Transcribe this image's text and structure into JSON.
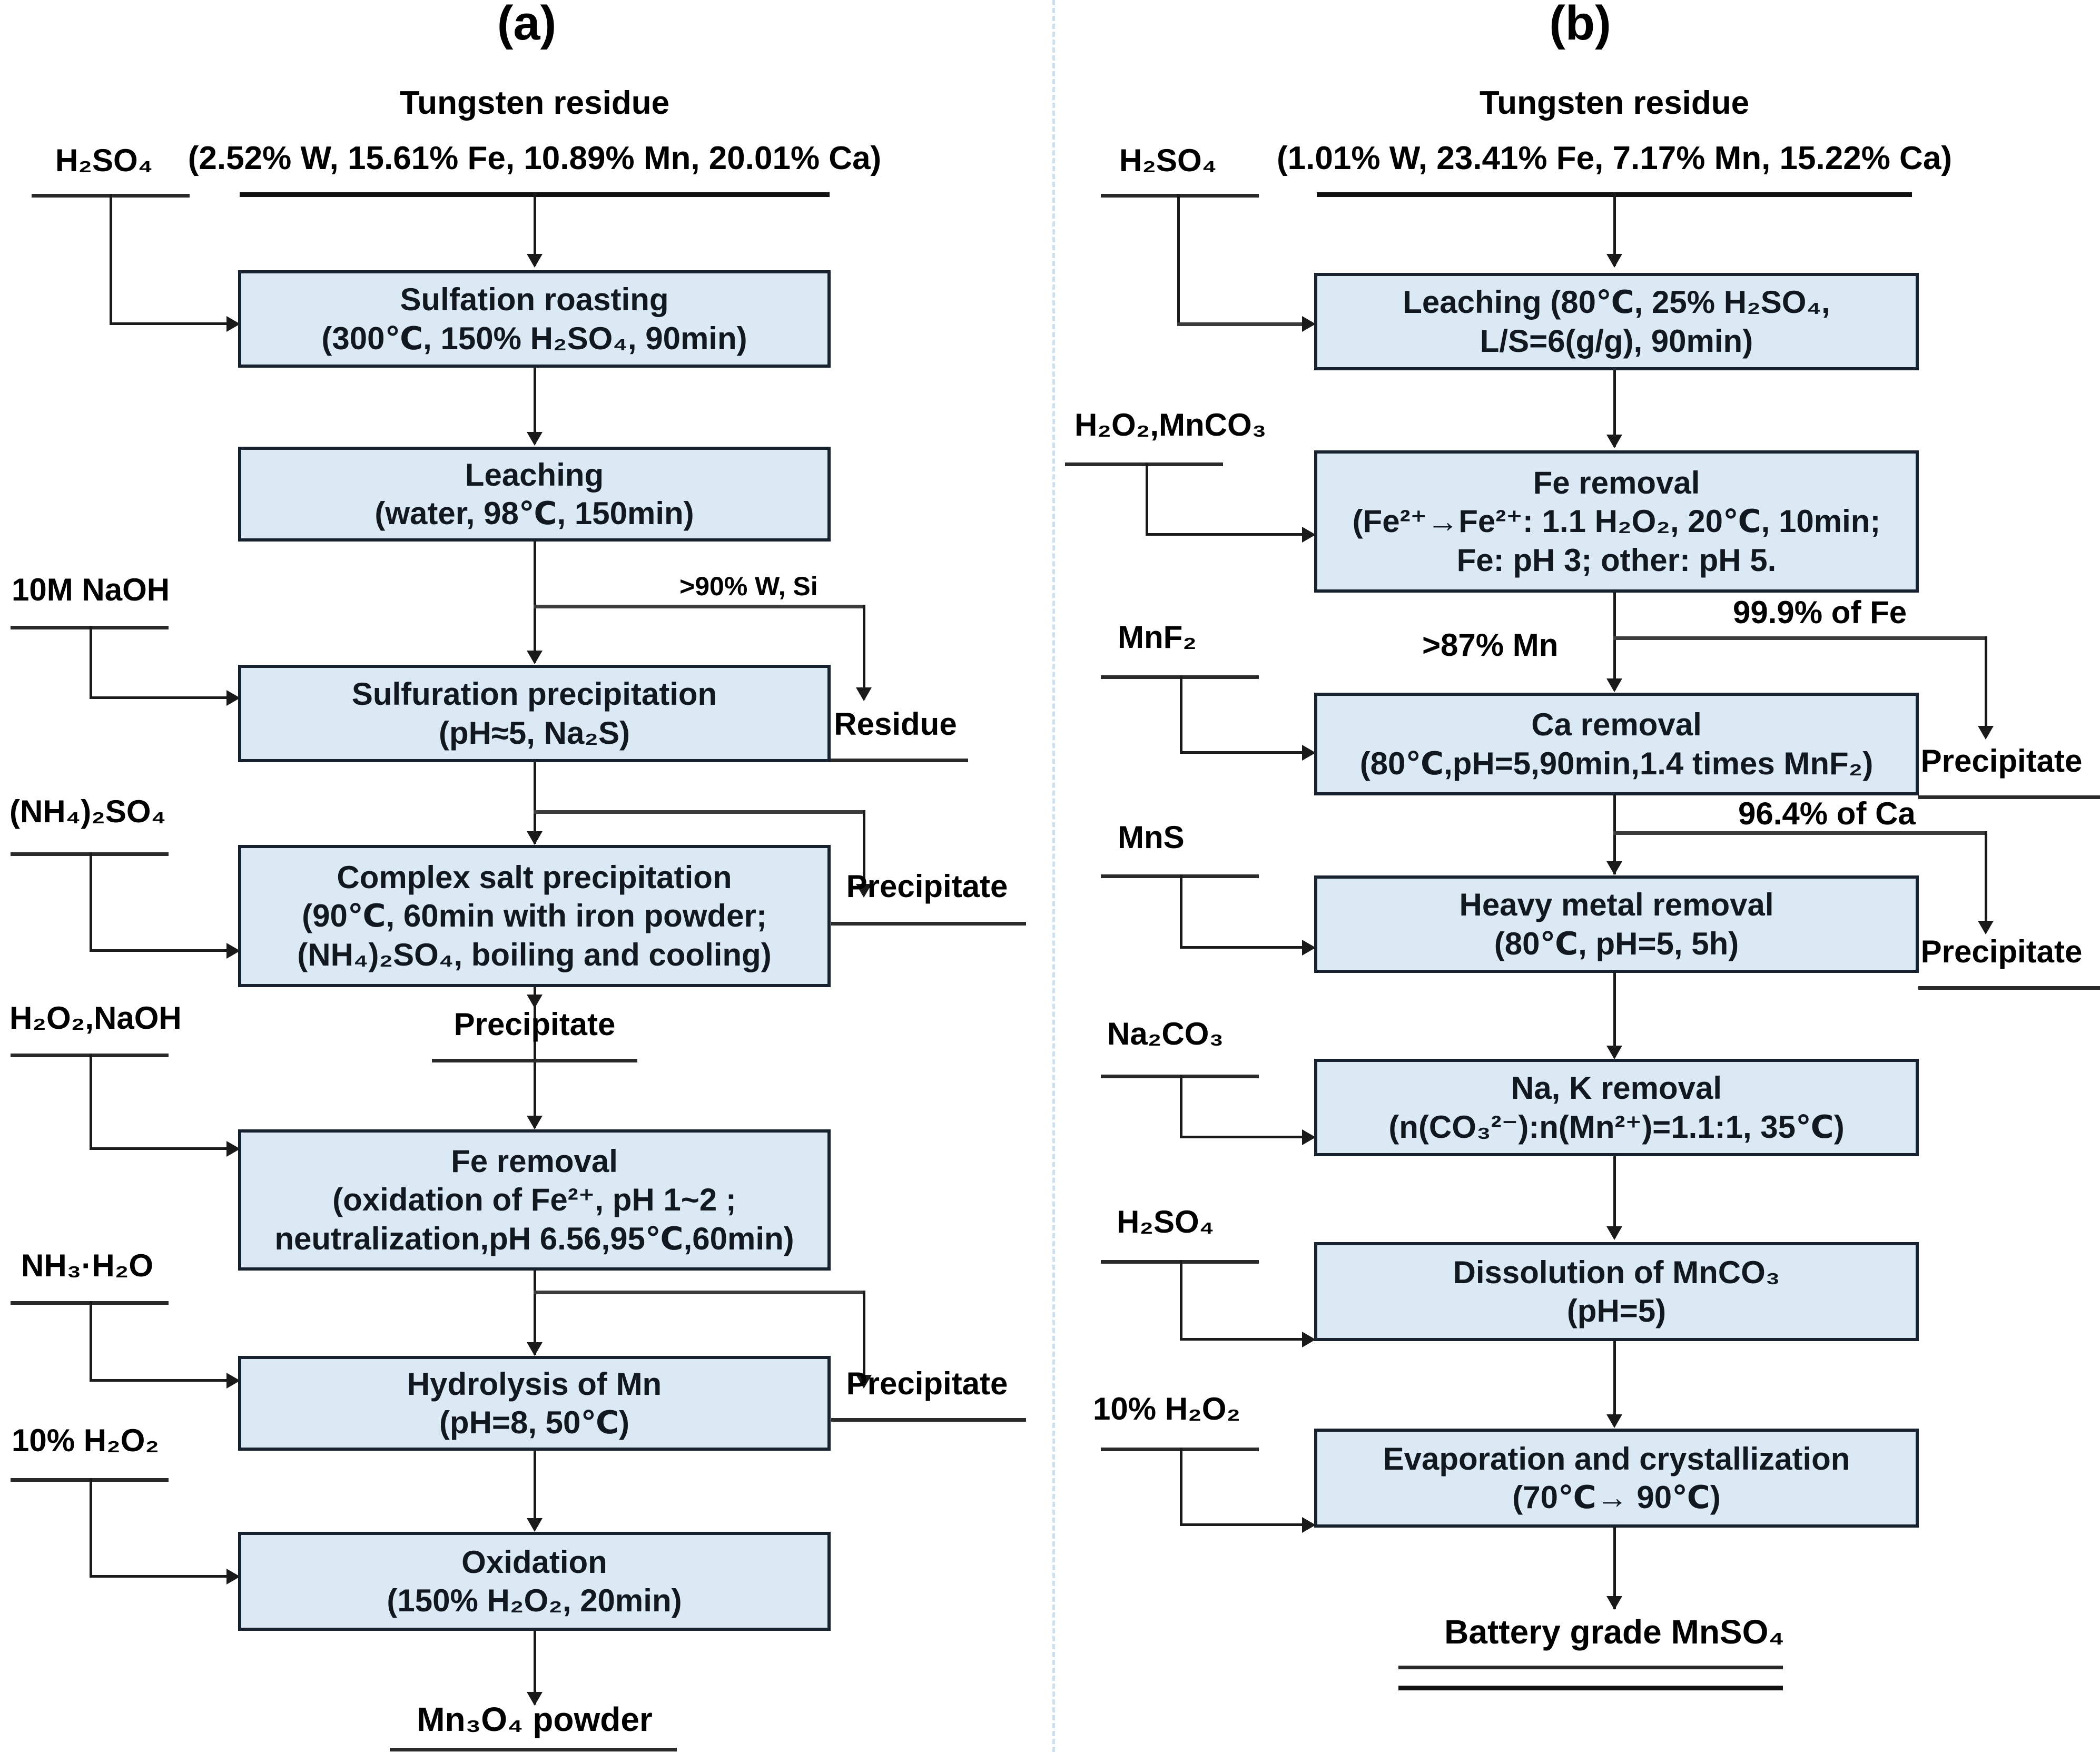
{
  "figure": {
    "type": "process-flow-diagram",
    "panel_a_caption": "(a)",
    "panel_b_caption": "(b)",
    "box_fill_color": "#dbe9f5",
    "box_border_color": "#17222e",
    "divider_color": "#cfe0ec"
  },
  "panel_a": {
    "caption": "(a)",
    "feed": {
      "title": "Tungsten residue",
      "composition": "(2.52% W, 15.61% Fe, 10.89% Mn, 20.01% Ca)"
    },
    "reagents": [
      {
        "id": "a-r1",
        "label": "H₂SO₄"
      },
      {
        "id": "a-r2",
        "label": "10M NaOH"
      },
      {
        "id": "a-r3",
        "label": "(NH₄)₂SO₄"
      },
      {
        "id": "a-r4",
        "label": "H₂O₂,NaOH"
      },
      {
        "id": "a-r5",
        "label": "NH₃·H₂O"
      },
      {
        "id": "a-r6",
        "label": "10% H₂O₂"
      }
    ],
    "steps": [
      {
        "id": "a-s1",
        "title": "Sulfation roasting",
        "lines": [
          "Sulfation roasting",
          "(300℃, 150% H₂SO₄, 90min)"
        ]
      },
      {
        "id": "a-s2",
        "title": "Leaching",
        "lines": [
          "Leaching",
          "(water, 98℃, 150min)"
        ]
      },
      {
        "id": "a-s3",
        "title": "Sulfuration precipitation",
        "lines": [
          "Sulfuration precipitation",
          "(pH≈5, Na₂S)"
        ]
      },
      {
        "id": "a-s4",
        "title": "Complex salt precipitation",
        "lines": [
          "Complex salt precipitation",
          "(90℃, 60min with iron powder;",
          "(NH₄)₂SO₄, boiling and cooling)"
        ]
      },
      {
        "id": "a-s5",
        "title": "Fe removal",
        "lines": [
          "Fe removal",
          "(oxidation of Fe²⁺, pH 1~2 ;",
          "neutralization,pH 6.56,95℃,60min)"
        ]
      },
      {
        "id": "a-s6",
        "title": "Hydrolysis of Mn",
        "lines": [
          "Hydrolysis of Mn",
          "(pH=8, 50℃)"
        ]
      },
      {
        "id": "a-s7",
        "title": "Oxidation",
        "lines": [
          "Oxidation",
          "(150% H₂O₂, 20min)"
        ]
      }
    ],
    "stream_labels": [
      {
        "id": "a-f1",
        "label": ">90% W, Si"
      }
    ],
    "byproducts": [
      {
        "id": "a-b1",
        "label": "Residue"
      },
      {
        "id": "a-b2",
        "label": "Precipitate"
      },
      {
        "id": "a-b3",
        "label": "Precipitate"
      },
      {
        "id": "a-b4",
        "label": "Precipitate"
      }
    ],
    "product": "Mn₃O₄ powder"
  },
  "panel_b": {
    "caption": "(b)",
    "feed": {
      "title": "Tungsten residue",
      "composition": "(1.01% W, 23.41% Fe, 7.17% Mn, 15.22% Ca)"
    },
    "reagents": [
      {
        "id": "b-r1",
        "label": "H₂SO₄"
      },
      {
        "id": "b-r2",
        "label": "H₂O₂,MnCO₃"
      },
      {
        "id": "b-r3",
        "label": "MnF₂"
      },
      {
        "id": "b-r4",
        "label": "MnS"
      },
      {
        "id": "b-r5",
        "label": "Na₂CO₃"
      },
      {
        "id": "b-r6",
        "label": "H₂SO₄"
      },
      {
        "id": "b-r7",
        "label": "10% H₂O₂"
      }
    ],
    "steps": [
      {
        "id": "b-s1",
        "title": "Leaching",
        "lines": [
          "Leaching (80℃, 25% H₂SO₄,",
          "L/S=6(g/g), 90min)"
        ]
      },
      {
        "id": "b-s2",
        "title": "Fe removal",
        "lines": [
          "Fe removal",
          "(Fe²⁺→Fe²⁺: 1.1 H₂O₂, 20℃, 10min;",
          "Fe: pH 3; other: pH 5."
        ]
      },
      {
        "id": "b-s3",
        "title": "Ca removal",
        "lines": [
          "Ca removal",
          "(80℃,pH=5,90min,1.4 times MnF₂)"
        ]
      },
      {
        "id": "b-s4",
        "title": "Heavy metal removal",
        "lines": [
          "Heavy metal removal",
          "(80℃, pH=5, 5h)"
        ]
      },
      {
        "id": "b-s5",
        "title": "Na, K removal",
        "lines": [
          "Na, K removal",
          "(n(CO₃²⁻):n(Mn²⁺)=1.1:1, 35℃)"
        ]
      },
      {
        "id": "b-s6",
        "title": "Dissolution of MnCO₃",
        "lines": [
          "Dissolution of MnCO₃",
          "(pH=5)"
        ]
      },
      {
        "id": "b-s7",
        "title": "Evaporation and crystallization",
        "lines": [
          "Evaporation and crystallization",
          "(70℃→ 90℃)"
        ]
      }
    ],
    "stream_labels": [
      {
        "id": "b-f1",
        "label": ">87% Mn"
      },
      {
        "id": "b-f2",
        "label": "99.9% of Fe"
      },
      {
        "id": "b-f3",
        "label": "96.4% of Ca"
      }
    ],
    "byproducts": [
      {
        "id": "b-b1",
        "label": "Precipitate"
      },
      {
        "id": "b-b2",
        "label": "Precipitate"
      }
    ],
    "product": "Battery grade MnSO₄"
  }
}
